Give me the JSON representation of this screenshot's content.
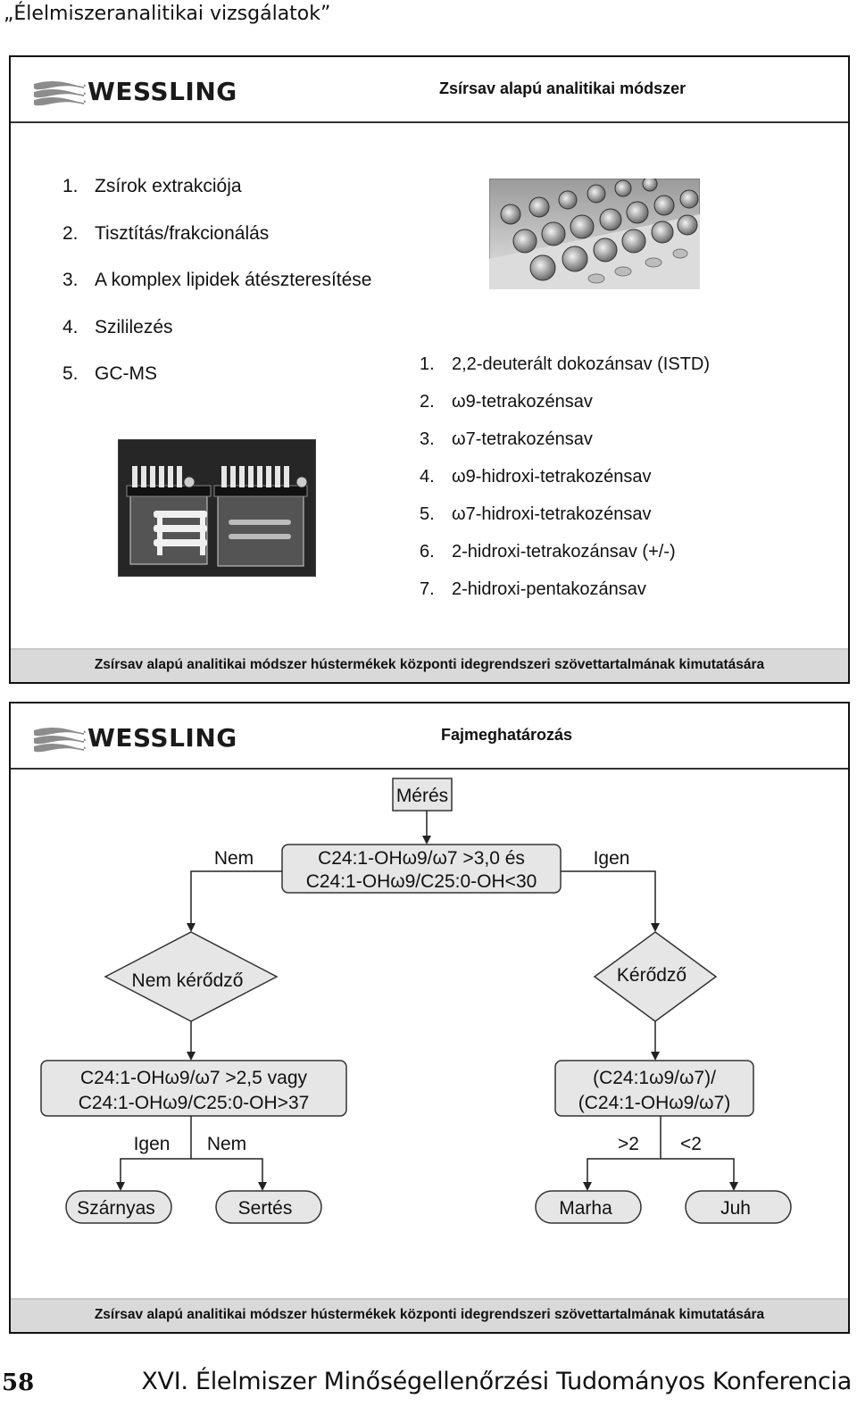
{
  "page_header": "„Élelmiszeranalitikai vizsgálatok”",
  "slide1": {
    "logo": "WESSLING",
    "title": "Zsírsav alapú analitikai módszer",
    "steps": [
      {
        "num": "1.",
        "text": "Zsírok extrakciója"
      },
      {
        "num": "2.",
        "text": "Tisztítás/frakcionálás"
      },
      {
        "num": "3.",
        "text": "A komplex lipidek átészteresítése"
      },
      {
        "num": "4.",
        "text": "Szililezés"
      },
      {
        "num": "5.",
        "text": "GC-MS"
      }
    ],
    "compounds": [
      {
        "num": "1.",
        "text": "2,2-deuterált dokozánsav (ISTD)"
      },
      {
        "num": "2.",
        "text": "ω9-tetrakozénsav"
      },
      {
        "num": "3.",
        "text": "ω7-tetrakozénsav"
      },
      {
        "num": "4.",
        "text": "ω9-hidroxi-tetrakozénsav"
      },
      {
        "num": "5.",
        "text": "ω7-hidroxi-tetrakozénsav"
      },
      {
        "num": "6.",
        "text": "2-hidroxi-tetrakozánsav (+/-)"
      },
      {
        "num": "7.",
        "text": "2-hidroxi-pentakozánsav"
      }
    ],
    "footer": "Zsírsav alapú analitikai módszer hústermékek központi idegrendszeri szövettartalmának kimutatására"
  },
  "slide2": {
    "logo": "WESSLING",
    "title": "Fajmeghatározás",
    "flow": {
      "start": "Mérés",
      "decision_line1": "C24:1-OHω9/ω7 >3,0 és",
      "decision_line2": "C24:1-OHω9/C25:0-OH<30",
      "no": "Nem",
      "yes": "Igen",
      "non_ruminant": "Nem kérődző",
      "ruminant": "Kérődző",
      "left_test_line1": "C24:1-OHω9/ω7 >2,5 vagy",
      "left_test_line2": "C24:1-OHω9/C25:0-OH>37",
      "right_test_line1": "(C24:1ω9/ω7)/",
      "right_test_line2": "(C24:1-OHω9/ω7)",
      "left_yes": "Igen",
      "left_no": "Nem",
      "right_gt": ">2",
      "right_lt": "<2",
      "poultry": "Szárnyas",
      "pork": "Sertés",
      "beef": "Marha",
      "sheep": "Juh"
    },
    "footer": "Zsírsav alapú analitikai módszer hústermékek központi idegrendszeri szövettartalmának kimutatására"
  },
  "page_number": "58",
  "conference": "XVI. Élelmiszer Minőségellenőrzési Tudományos Konferencia",
  "colors": {
    "box_fill": "#e6e6e6",
    "footer_bar": "#d9d9d9",
    "logo_wave": "#8c8c8c"
  }
}
